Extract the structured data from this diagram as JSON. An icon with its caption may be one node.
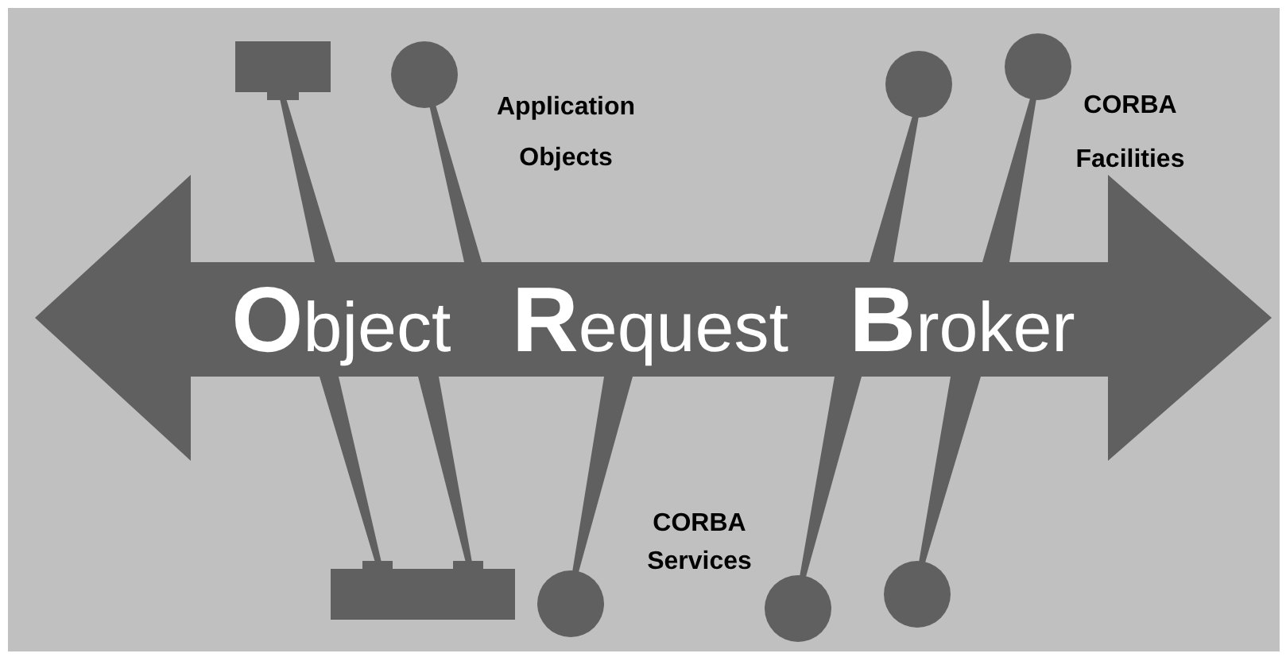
{
  "diagram": {
    "nodes": [
      {
        "text": [],
        "shape": "box"
      },
      {
        "text": [],
        "shape": "circle"
      },
      {
        "text": [],
        "shape": "circle"
      },
      {
        "text": [],
        "shape": "circle"
      },
      {
        "text": [
          "**O**bject **R**equest **B**roker"
        ]
      },
      {
        "text": [],
        "shape": "box"
      },
      {
        "text": [],
        "shape": "circle"
      },
      {
        "text": [],
        "shape": "circle"
      },
      {
        "text": [],
        "shape": "circle"
      }
    ],
    "edges": [
      {
        "from": 0,
        "to": 4,
        "arrow": "none"
      },
      {
        "from": 1,
        "to": 4,
        "arrow": "none"
      },
      {
        "from": 2,
        "to": 4,
        "arrow": "none"
      },
      {
        "from": 3,
        "to": 4,
        "arrow": "none"
      },
      {
        "from": 5,
        "to": 4,
        "arrow": "none"
      },
      {
        "from": 5,
        "to": 4,
        "arrow": "none"
      },
      {
        "from": 6,
        "to": 4,
        "arrow": "none"
      },
      {
        "from": 7,
        "to": 4,
        "arrow": "none"
      },
      {
        "from": 8,
        "to": 4,
        "arrow": "none"
      }
    ],
    "labels": [
      "Application Objects",
      "CORBA Services",
      "CORBA Facilities"
    ]
  }
}
